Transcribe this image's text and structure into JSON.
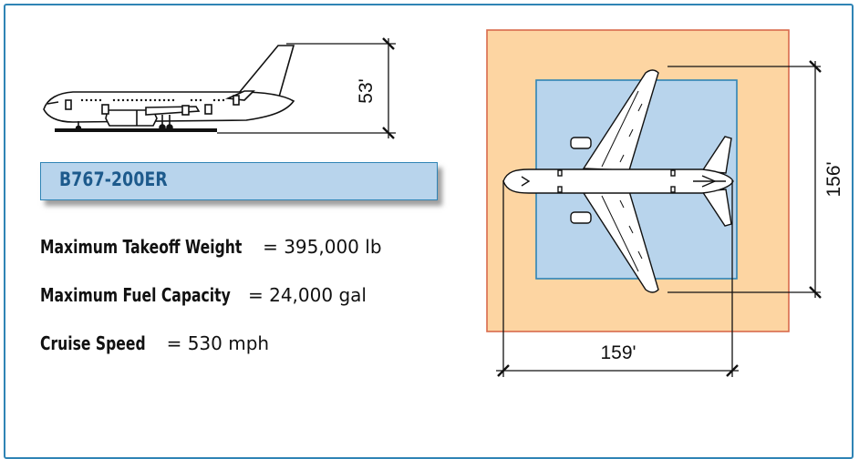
{
  "model": "B767-200ER",
  "specs": [
    {
      "label": "Maximum Takeoff Weight",
      "value": "= 395,000 lb"
    },
    {
      "label": "Maximum Fuel Capacity",
      "value": "= 24,000 gal"
    },
    {
      "label": "Cruise Speed",
      "value": "= 530 mph"
    }
  ],
  "dimensions": {
    "height": "53'",
    "length": "156'",
    "wingspan": "159'"
  },
  "colors": {
    "frame": "#2f84b5",
    "outer_area": "#fdd5a2",
    "outer_border": "#d86a4c",
    "inner_area": "#b8d4ec",
    "inner_border": "#2f84b5",
    "label_bg": "#b8d4ec",
    "label_text": "#1d5a8c"
  }
}
